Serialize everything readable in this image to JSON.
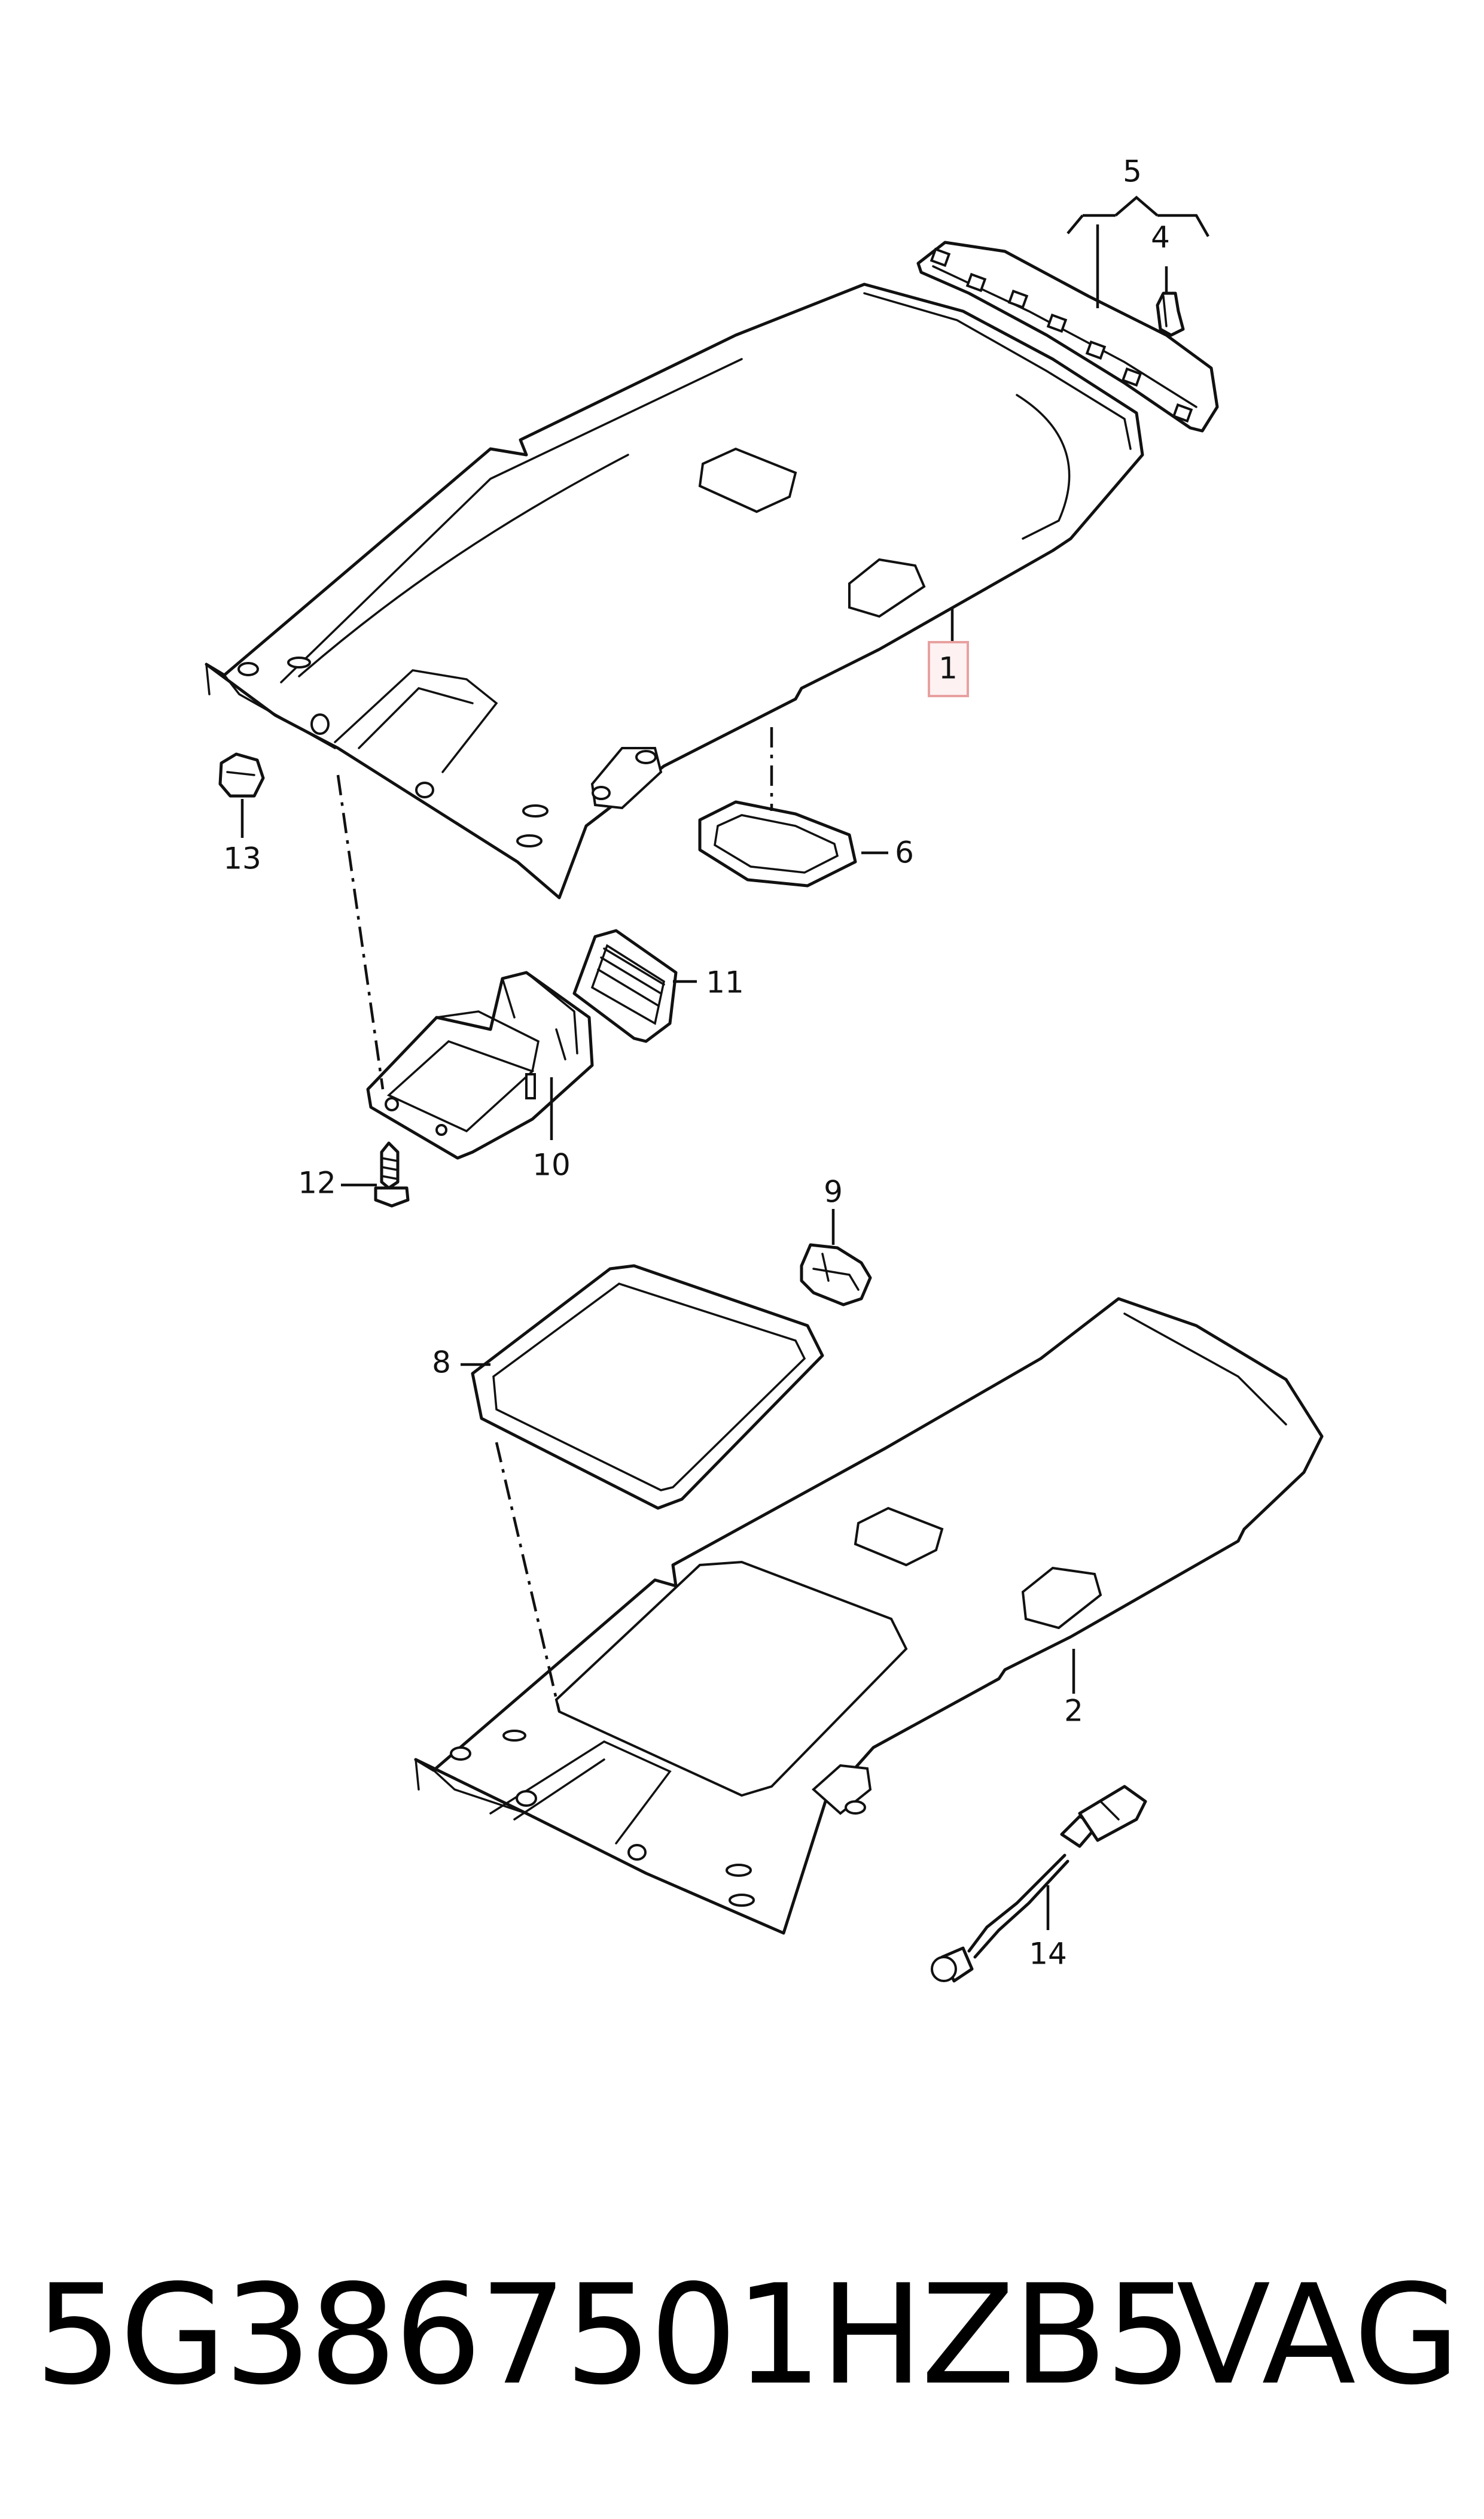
{
  "callouts": {
    "c1": "1",
    "c2": "2",
    "c4": "4",
    "c5": "5",
    "c6": "6",
    "c8": "8",
    "c9": "9",
    "c10": "10",
    "c11": "11",
    "c12": "12",
    "c13": "13",
    "c14": "14"
  },
  "footer": {
    "part_number": "5G3867501HZB5",
    "brand": "VAG"
  },
  "highlight_color": "#e8a0a0"
}
